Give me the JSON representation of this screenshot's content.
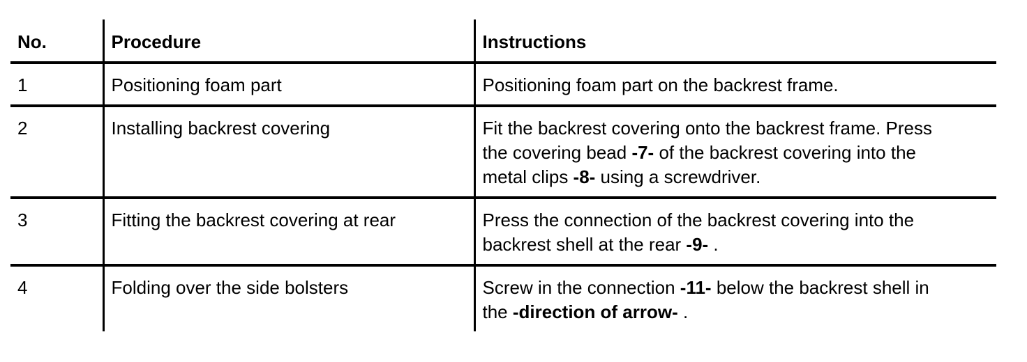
{
  "page": {
    "background_color": "#ffffff",
    "text_color": "#000000",
    "border_color": "#000000"
  },
  "table": {
    "headers": {
      "no": "No.",
      "procedure": "Procedure",
      "instructions": "Instructions"
    },
    "rows": [
      {
        "no": "1",
        "procedure": "Positioning foam part",
        "seg": [
          "Positioning foam part on the backrest frame.",
          "",
          "",
          "",
          ""
        ]
      },
      {
        "no": "2",
        "procedure": "Installing backrest covering",
        "seg": [
          "Fit the backrest covering onto the backrest frame. Press the covering bead ",
          "-7-",
          " of the backrest covering into the metal clips ",
          "-8-",
          " using a screwdriver."
        ]
      },
      {
        "no": "3",
        "procedure": "Fitting the backrest covering at rear",
        "seg": [
          "Press the connection of the backrest covering into the backrest shell at the rear ",
          "-9-",
          " .",
          "",
          ""
        ]
      },
      {
        "no": "4",
        "procedure": "Folding over the side bolsters",
        "seg": [
          "Screw in the connection ",
          "-11-",
          " below the backrest shell in the ",
          "-direction of arrow-",
          " ."
        ]
      }
    ]
  }
}
